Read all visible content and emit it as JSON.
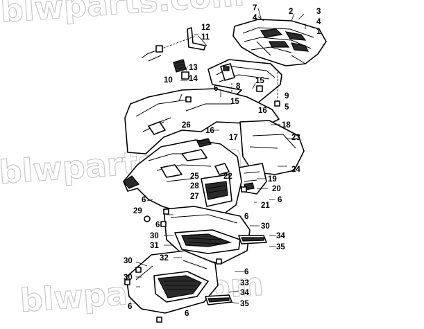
{
  "watermark": {
    "text": "blwparts.com"
  },
  "callouts": [
    {
      "id": "c7",
      "label": "7"
    },
    {
      "id": "c4a",
      "label": "4"
    },
    {
      "id": "c2",
      "label": "2"
    },
    {
      "id": "c3",
      "label": "3"
    },
    {
      "id": "c4b",
      "label": "4"
    },
    {
      "id": "c1",
      "label": "1"
    },
    {
      "id": "c12",
      "label": "12"
    },
    {
      "id": "c11",
      "label": "11"
    },
    {
      "id": "c13",
      "label": "13"
    },
    {
      "id": "c14",
      "label": "14"
    },
    {
      "id": "c10",
      "label": "10"
    },
    {
      "id": "c6a",
      "label": "6"
    },
    {
      "id": "c8",
      "label": "8"
    },
    {
      "id": "c15a",
      "label": "15"
    },
    {
      "id": "c15b",
      "label": "15"
    },
    {
      "id": "c9",
      "label": "9"
    },
    {
      "id": "c5",
      "label": "5"
    },
    {
      "id": "c16a",
      "label": "16"
    },
    {
      "id": "c18",
      "label": "18"
    },
    {
      "id": "c26",
      "label": "26"
    },
    {
      "id": "c16b",
      "label": "16"
    },
    {
      "id": "c17",
      "label": "17"
    },
    {
      "id": "c23",
      "label": "23"
    },
    {
      "id": "c24",
      "label": "24"
    },
    {
      "id": "c22",
      "label": "22"
    },
    {
      "id": "c25",
      "label": "25"
    },
    {
      "id": "c28",
      "label": "28"
    },
    {
      "id": "c27",
      "label": "27"
    },
    {
      "id": "c19",
      "label": "19"
    },
    {
      "id": "c20",
      "label": "20"
    },
    {
      "id": "c21",
      "label": "21"
    },
    {
      "id": "c6b",
      "label": "6"
    },
    {
      "id": "c6c",
      "label": "6"
    },
    {
      "id": "c29",
      "label": "29"
    },
    {
      "id": "c6d",
      "label": "6"
    },
    {
      "id": "c6e",
      "label": "6"
    },
    {
      "id": "c30a",
      "label": "30"
    },
    {
      "id": "c30b",
      "label": "30"
    },
    {
      "id": "c34a",
      "label": "34"
    },
    {
      "id": "c31",
      "label": "31"
    },
    {
      "id": "c35a",
      "label": "35"
    },
    {
      "id": "c30c",
      "label": "30"
    },
    {
      "id": "c32",
      "label": "32"
    },
    {
      "id": "c6f",
      "label": "6"
    },
    {
      "id": "c30d",
      "label": "30"
    },
    {
      "id": "c33",
      "label": "33"
    },
    {
      "id": "c34b",
      "label": "34"
    },
    {
      "id": "c35b",
      "label": "35"
    },
    {
      "id": "c6g",
      "label": "6"
    },
    {
      "id": "c6h",
      "label": "6"
    }
  ]
}
